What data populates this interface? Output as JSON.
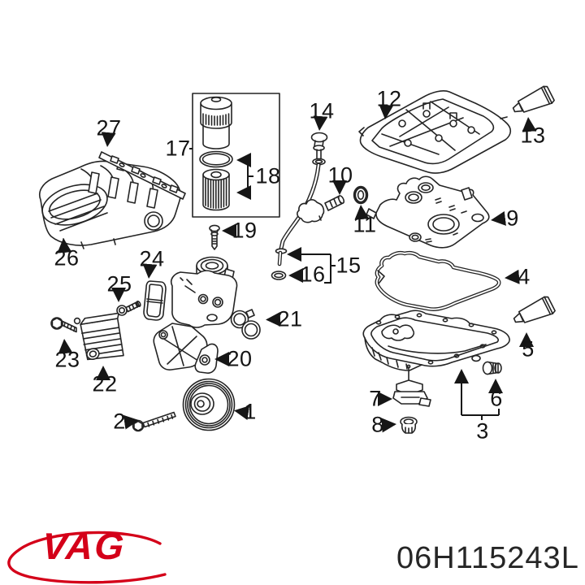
{
  "figure": {
    "callouts": {
      "c1": "1",
      "c2": "2",
      "c3": "3",
      "c4": "4",
      "c5": "5",
      "c6": "6",
      "c7": "7",
      "c8": "8",
      "c9": "9",
      "c10": "10",
      "c11": "11",
      "c12": "12",
      "c13": "13",
      "c14": "14",
      "c15": "15",
      "c16": "16",
      "c17": "17",
      "c18": "18",
      "c19": "19",
      "c20": "20",
      "c21": "21",
      "c22": "22",
      "c23": "23",
      "c24": "24",
      "c25": "25",
      "c26": "26",
      "c27": "27"
    }
  },
  "footer": {
    "brand": "VAG",
    "part_number": "06H115243L"
  },
  "colors": {
    "brand_red": "#d40019",
    "diagram_ink": "#242424",
    "part_number_text": "#262626",
    "background": "#ffffff"
  }
}
